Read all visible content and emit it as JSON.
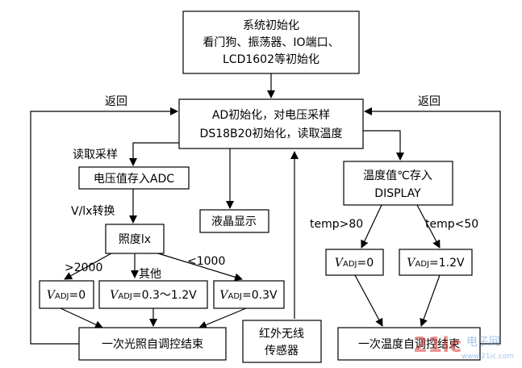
{
  "nodes": {
    "init": {
      "line1": "系统初始化",
      "line2": "看门狗、振荡器、IO端口、",
      "line3": "LCD1602等初始化"
    },
    "ad": {
      "line1": "AD初始化，对电压采样",
      "line2": "DS18B20初始化，读取温度"
    },
    "voltage_store": {
      "text": "电压值存入ADC"
    },
    "lcd": {
      "text": "液晶显示"
    },
    "temp_store": {
      "line1": "温度值℃存入",
      "line2": "DISPLAY"
    },
    "lux": {
      "text": "照度lx"
    },
    "vadj_0": {
      "v": "V",
      "sub": "ADJ",
      "rest": "=0"
    },
    "vadj_mid": {
      "v": "V",
      "sub": "ADJ",
      "rest": "=0.3～1.2V"
    },
    "vadj_low": {
      "v": "V",
      "sub": "ADJ",
      "rest": "=0.3V"
    },
    "light_end": {
      "text": "一次光照自调控结束"
    },
    "ir": {
      "line1": "红外无线",
      "line2": "传感器"
    },
    "tvadj_0": {
      "v": "V",
      "sub": "ADJ",
      "rest": "=0"
    },
    "tvadj_12": {
      "v": "V",
      "sub": "ADJ",
      "rest": "=1.2V"
    },
    "temp_end": {
      "text": "一次温度自调控结束"
    }
  },
  "labels": {
    "return_left": "返回",
    "return_right": "返回",
    "read_sample": "读取采样",
    "convert": "V/lx转换",
    "gt2000": ">2000",
    "other": "其他",
    "lt1000": "<1000",
    "temp_gt80": "temp>80",
    "temp_lt50": "temp<50"
  },
  "watermark": {
    "logo": "21ic",
    "text": "电子网",
    "url": "www.21ic.com"
  }
}
